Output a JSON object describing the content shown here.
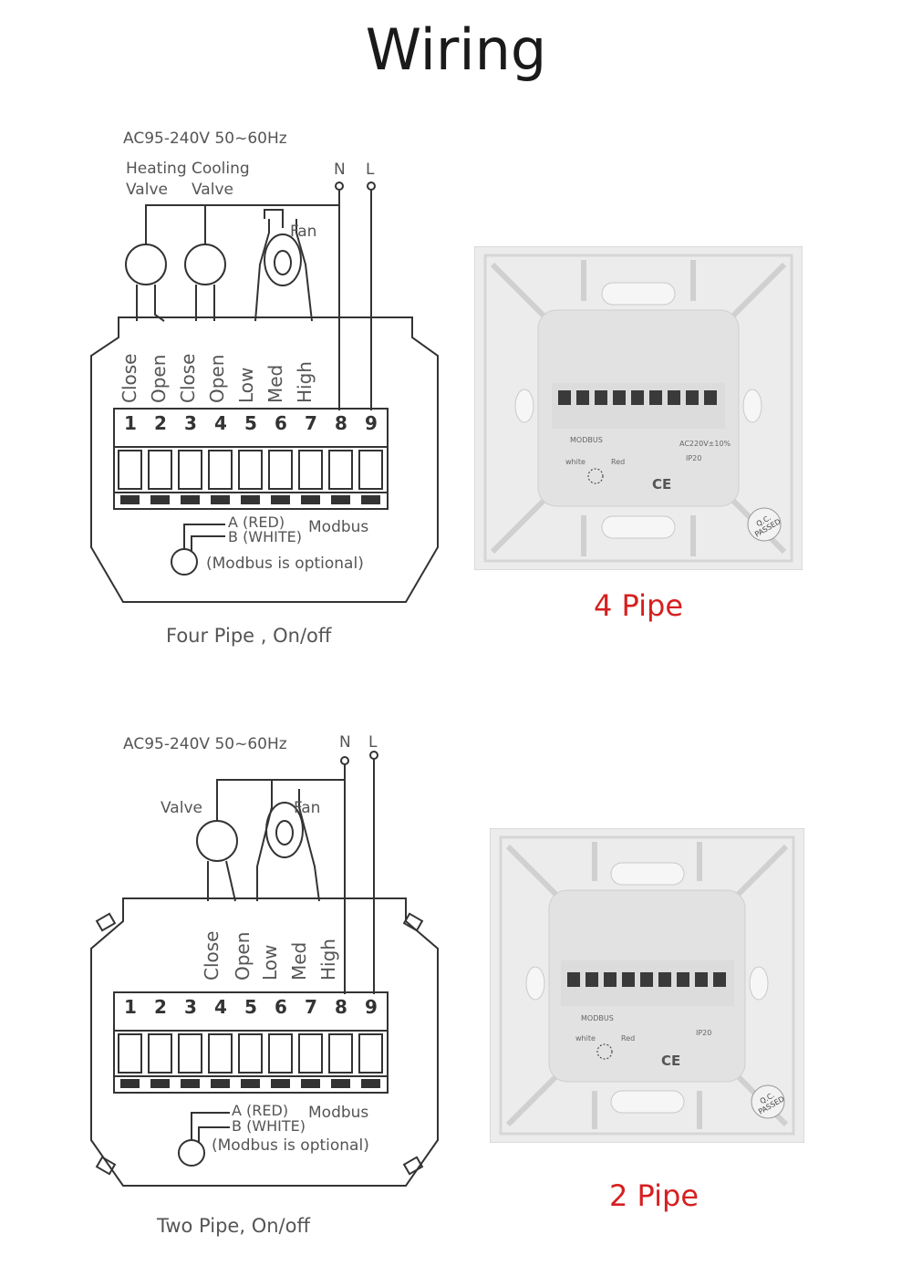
{
  "title": "Wiring",
  "four_pipe": {
    "supply": "AC95-240V  50~60Hz",
    "heating_valve": [
      "Heating",
      "Valve"
    ],
    "cooling_valve": [
      "Cooling",
      "Valve"
    ],
    "n": "N",
    "l": "L",
    "fan": "Fan",
    "terminal_labels": [
      "Close",
      "Open",
      "Close",
      "Open",
      "Low",
      "Med",
      "High"
    ],
    "terminal_numbers": [
      "1",
      "2",
      "3",
      "4",
      "5",
      "6",
      "7",
      "8",
      "9"
    ],
    "modbus_a": "A (RED)",
    "modbus_b": "B (WHITE)",
    "modbus": "Modbus",
    "modbus_optional": "(Modbus is optional)",
    "caption": "Four Pipe , On/off",
    "photo_label": "4 Pipe"
  },
  "two_pipe": {
    "supply": "AC95-240V  50~60Hz",
    "valve": "Valve",
    "n": "N",
    "l": "L",
    "fan": "Fan",
    "terminal_labels": [
      "Close",
      "Open",
      "Low",
      "Med",
      "High"
    ],
    "terminal_numbers": [
      "1",
      "2",
      "3",
      "4",
      "5",
      "6",
      "7",
      "8",
      "9"
    ],
    "modbus_a": "A (RED)",
    "modbus_b": "B (WHITE)",
    "modbus": "Modbus",
    "modbus_optional": "(Modbus is optional)",
    "caption": "Two Pipe, On/off",
    "photo_label": "2 Pipe"
  },
  "photo_text": {
    "modbus": "MODBUS",
    "white": "white",
    "red": "Red",
    "ac": "AC220V±10%",
    "ip": "IP20",
    "ce": "CE",
    "qc": "Q.C.",
    "passed": "PASSED"
  },
  "colors": {
    "label_red": "#d62020",
    "plate": "#e9e9e9",
    "terminal": "#3a3a3a"
  }
}
